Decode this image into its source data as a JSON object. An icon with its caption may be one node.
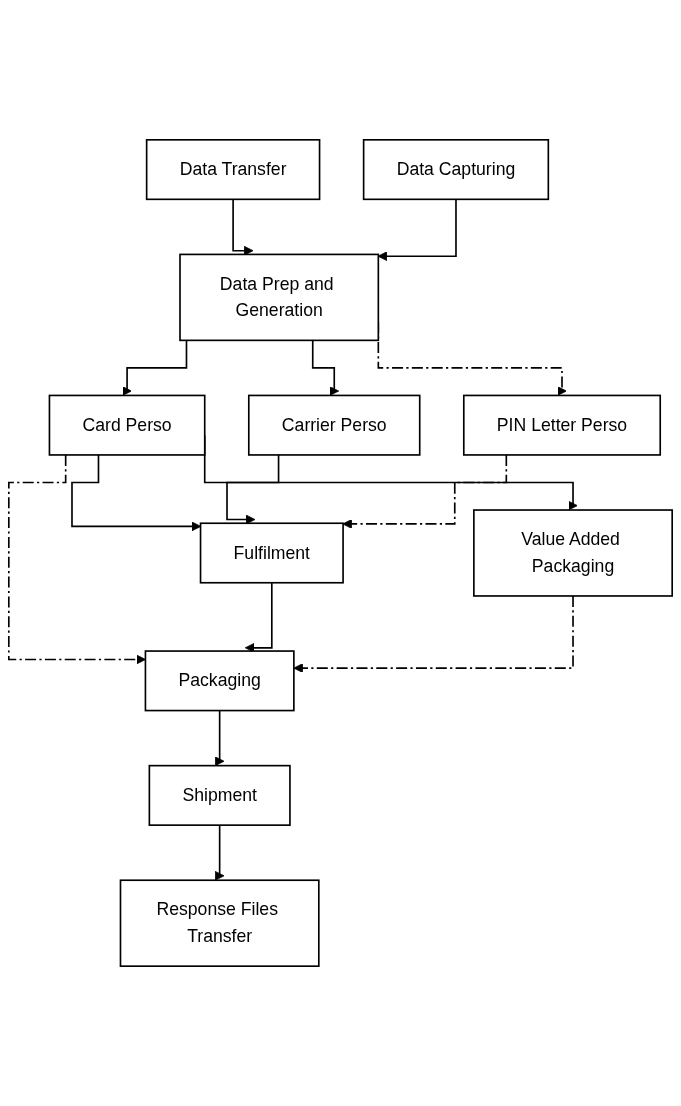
{
  "diagram": {
    "nodes": [
      {
        "text": [
          "Data Transfer"
        ]
      },
      {
        "text": [
          "Data Capturing"
        ]
      },
      {
        "text": [
          "Data Prep and Generation"
        ]
      },
      {
        "text": [
          "Card Perso"
        ]
      },
      {
        "text": [
          "Carrier Perso"
        ]
      },
      {
        "text": [
          "PIN Letter Perso"
        ]
      },
      {
        "text": [
          "Fulfilment"
        ]
      },
      {
        "text": [
          "Value Added Packaging"
        ]
      },
      {
        "text": [
          "Packaging"
        ]
      },
      {
        "text": [
          "Shipment"
        ]
      },
      {
        "text": [
          "Response Files Transfer"
        ]
      }
    ],
    "edges": [
      {
        "from": 0,
        "to": 2,
        "arrow": "to"
      },
      {
        "from": 1,
        "to": 2,
        "arrow": "to"
      },
      {
        "from": 2,
        "to": 3,
        "arrow": "to"
      },
      {
        "from": 2,
        "to": 4,
        "arrow": "to"
      },
      {
        "from": 2,
        "to": 5,
        "arrow": "to",
        "style": "dashed"
      },
      {
        "from": 3,
        "to": 6,
        "arrow": "to"
      },
      {
        "from": 4,
        "to": 6,
        "arrow": "to"
      },
      {
        "from": 5,
        "to": 6,
        "arrow": "to",
        "style": "dashed"
      },
      {
        "from": 3,
        "to": 7,
        "arrow": "to"
      },
      {
        "from": 3,
        "to": 8,
        "arrow": "to",
        "style": "dashed"
      },
      {
        "from": 6,
        "to": 8,
        "arrow": "to"
      },
      {
        "from": 7,
        "to": 8,
        "arrow": "to",
        "style": "dashed"
      },
      {
        "from": 8,
        "to": 9,
        "arrow": "to"
      },
      {
        "from": 9,
        "to": 10,
        "arrow": "to"
      }
    ]
  }
}
